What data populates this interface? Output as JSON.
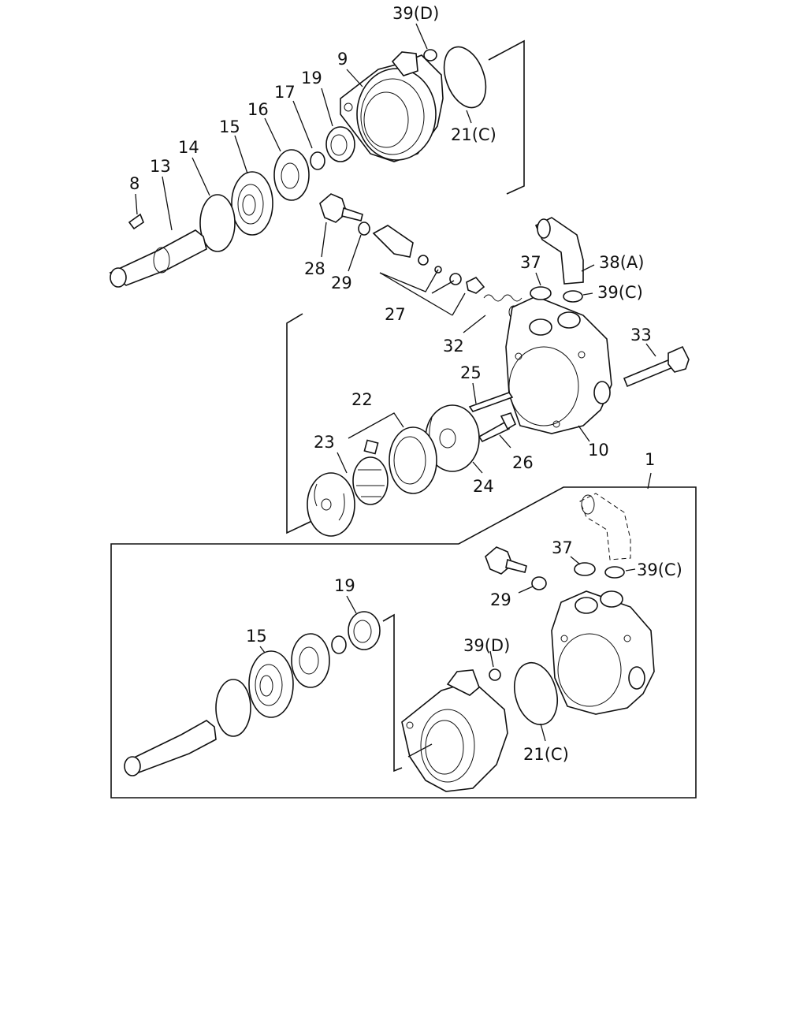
{
  "callouts": {
    "c39d_top": "39(D)",
    "c9": "9",
    "c19_top": "19",
    "c17": "17",
    "c16": "16",
    "c15_top": "15",
    "c14": "14",
    "c13": "13",
    "c8": "8",
    "c21c_top": "21(C)",
    "c28": "28",
    "c29_top": "29",
    "c27": "27",
    "c37_top": "37",
    "c38a": "38(A)",
    "c39c_top": "39(C)",
    "c32": "32",
    "c33": "33",
    "c25": "25",
    "c22": "22",
    "c23": "23",
    "c26": "26",
    "c10": "10",
    "c24": "24",
    "c1": "1",
    "c37_bot": "37",
    "c39c_bot": "39(C)",
    "c29_bot": "29",
    "c19_bot": "19",
    "c15_bot": "15",
    "c39d_bot": "39(D)",
    "c21c_bot": "21(C)"
  }
}
